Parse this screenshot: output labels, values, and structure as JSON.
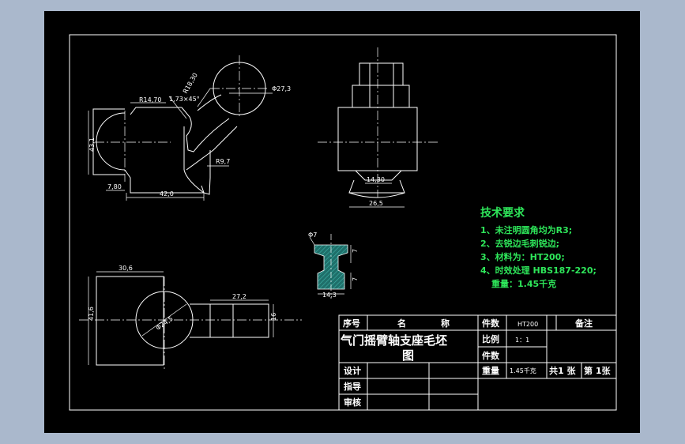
{
  "colors": {
    "background_outer": "#aab8cc",
    "drawing_bg": "#000000",
    "line": "#ffffff",
    "notes": "#2ee65a",
    "hatch": "#2a8f86"
  },
  "dimensions": {
    "r14_70": "R14,70",
    "r18_30": "R18,30",
    "chamfer": "1,73×45°",
    "dia27_3": "Φ27,3",
    "d43_1": "43,1",
    "r9_7": "R9,7",
    "d7_80": "7,80",
    "d42_0": "42,0",
    "d14_30": "14,30",
    "d26_5": "26,5",
    "d30_6": "30,6",
    "d41_6": "41,6",
    "dia24_5": "Φ24,5",
    "d27_2": "27,2",
    "d16": "16",
    "s_phi7": "Φ7",
    "s_7a": "7",
    "s_7b": "7",
    "s_14_3": "14,3"
  },
  "tech_requirements": {
    "title": "技术要求",
    "items": [
      "1、未注明圆角均为R3;",
      "2、去锐边毛刺锐边;",
      "3、材料为：HT200;",
      "4、时效处理 HBS187-220;",
      "重量：1.45千克"
    ]
  },
  "title_block": {
    "seq": "序号",
    "name_a": "名",
    "name_b": "称",
    "count_label": "件数",
    "material": "HT200",
    "remarks": "备注",
    "title_line1": "气门摇臂轴支座毛坯",
    "title_line2": "图",
    "scale_label": "比例",
    "scale_value": "1：1",
    "pieces_label": "件数",
    "weight_label": "重量",
    "weight_value": "1.45千克",
    "sheets_total": "共1 张",
    "sheet_no": "第 1张",
    "design": "设计",
    "guide": "指导",
    "review": "审核"
  }
}
